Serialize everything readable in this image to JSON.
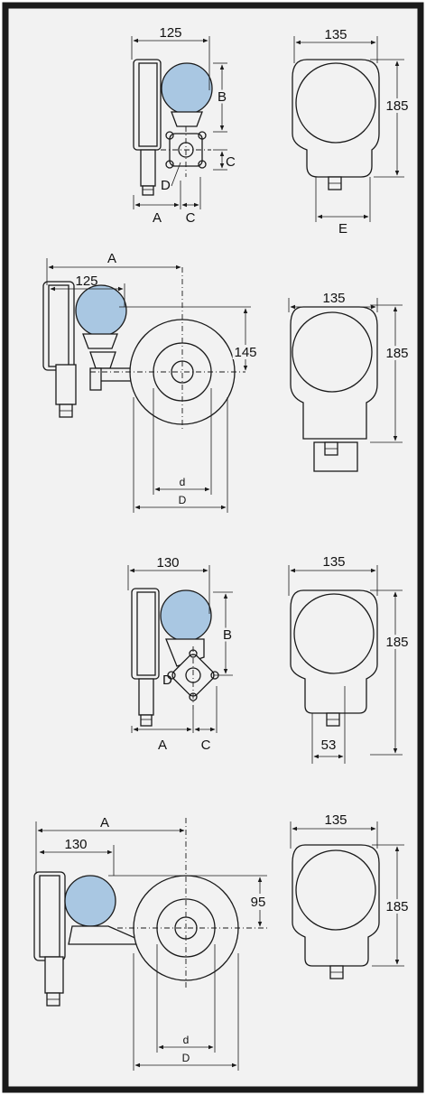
{
  "panel_colors": {
    "background": "#f2f2f2",
    "border": "#1a1a1a",
    "dial": "#a9c7e2"
  },
  "views": [
    {
      "side": {
        "width": "125",
        "a": "A",
        "b": "B",
        "c": "C",
        "c_lower": "C",
        "d": "D"
      },
      "front": {
        "width": "135",
        "height": "185",
        "e": "E"
      }
    },
    {
      "side": {
        "reach": "A",
        "width": "125",
        "height": "145",
        "d_small": "d",
        "d_large": "D"
      },
      "front": {
        "width": "135",
        "height": "185"
      }
    },
    {
      "side": {
        "width": "130",
        "a": "A",
        "b": "B",
        "c": "C",
        "d": "D"
      },
      "front": {
        "width": "135",
        "height": "185",
        "base": "53"
      }
    },
    {
      "side": {
        "reach": "A",
        "width": "130",
        "height": "95",
        "d_small": "d",
        "d_large": "D"
      },
      "front": {
        "width": "135",
        "height": "185"
      }
    }
  ]
}
